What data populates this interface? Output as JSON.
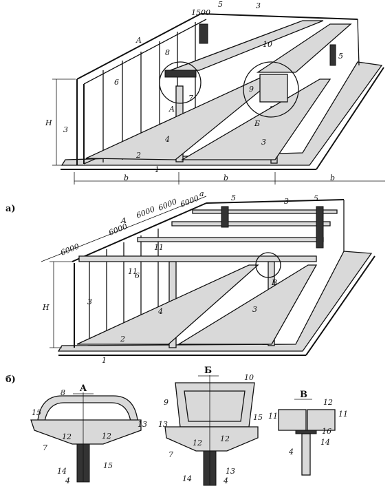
{
  "figure_a": {
    "label": "a)",
    "top": {
      "dims": {
        "span_1500": "1500",
        "b1": "b",
        "b2": "b",
        "b3": "b"
      },
      "height_mark": "H",
      "section_marks": {
        "a": "A",
        "b": "Б"
      },
      "numbers": {
        "n1": "1",
        "n2": "2",
        "n3a": "3",
        "n3b": "3",
        "n3c": "3",
        "n4": "4",
        "n5a": "5",
        "n5b": "5",
        "n6": "6",
        "n7": "7",
        "n8": "8",
        "n9": "9",
        "n10": "10",
        "nA": "A"
      }
    },
    "bottom": {
      "dims": {
        "a": "a",
        "d1": "6000",
        "d2": "6000",
        "d3": "6000",
        "d4": "6000",
        "d5": "6000"
      },
      "height_mark": "H",
      "section_mark": "A",
      "numbers": {
        "n1": "1",
        "n2": "2",
        "n3a": "3",
        "n3b": "3",
        "n3c": "3",
        "n4": "4",
        "n5a": "5",
        "n5b": "5",
        "n6": "6",
        "n11a": "11",
        "n11b": "11",
        "nB": "B"
      }
    }
  },
  "figure_b": {
    "label": "б)",
    "sections": [
      {
        "title": "A",
        "numbers": [
          "8",
          "15",
          "13",
          "12",
          "12",
          "7",
          "14",
          "15",
          "4"
        ]
      },
      {
        "title": "Б",
        "numbers": [
          "10",
          "9",
          "13",
          "15",
          "12",
          "12",
          "7",
          "14",
          "13",
          "4"
        ]
      },
      {
        "title": "B",
        "numbers": [
          "11",
          "12",
          "11",
          "16",
          "14",
          "4"
        ]
      }
    ]
  }
}
